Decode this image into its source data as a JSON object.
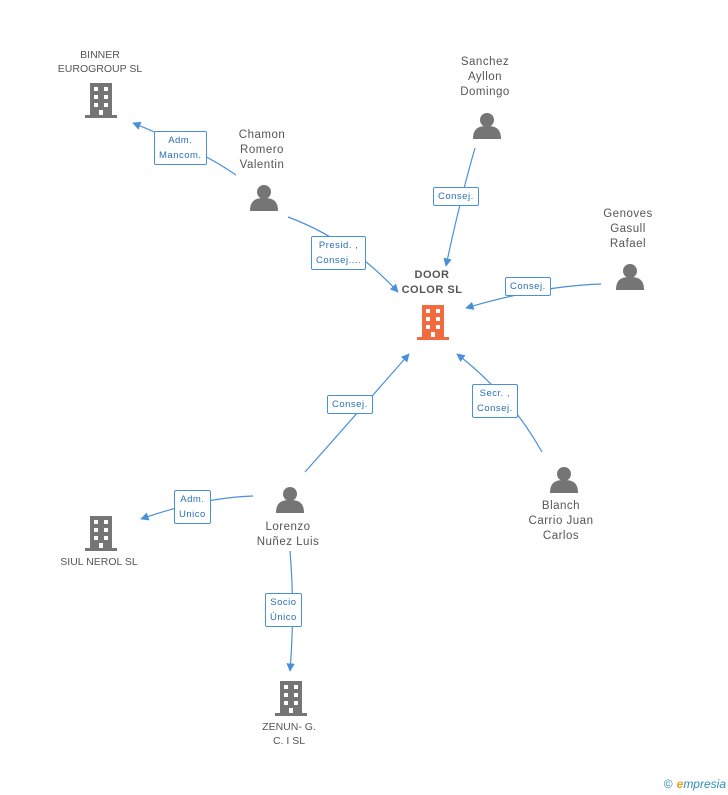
{
  "colors": {
    "edge": "#4a90d9",
    "node_gray": "#757575",
    "center": "#f26a3d",
    "label_text": "#2a6fb8"
  },
  "center": {
    "name_line1": "DOOR",
    "name_line2": "COLOR SL"
  },
  "companies": {
    "binner": {
      "line1": "BINNER",
      "line2": "EUROGROUP SL"
    },
    "siul": {
      "line1": "SIUL NEROL SL"
    },
    "zenun": {
      "line1": "ZENUN- G.",
      "line2": "C. I SL"
    }
  },
  "persons": {
    "chamon": {
      "line1": "Chamon",
      "line2": "Romero",
      "line3": "Valentin"
    },
    "sanchez": {
      "line1": "Sanchez",
      "line2": "Ayllon",
      "line3": "Domingo"
    },
    "genoves": {
      "line1": "Genoves",
      "line2": "Gasull",
      "line3": "Rafael"
    },
    "blanch": {
      "line1": "Blanch",
      "line2": "Carrio Juan",
      "line3": "Carlos"
    },
    "lorenzo": {
      "line1": "Lorenzo",
      "line2": "Nuñez Luis"
    }
  },
  "relations": {
    "chamon_binner": {
      "line1": "Adm.",
      "line2": "Mancom."
    },
    "chamon_door": {
      "line1": "Presid. ,",
      "line2": "Consej...."
    },
    "sanchez_door": {
      "line1": "Consej."
    },
    "genoves_door": {
      "line1": "Consej."
    },
    "blanch_door": {
      "line1": "Secr. ,",
      "line2": "Consej."
    },
    "lorenzo_door": {
      "line1": "Consej."
    },
    "lorenzo_siul": {
      "line1": "Adm.",
      "line2": "Unico"
    },
    "lorenzo_zenun": {
      "line1": "Socio",
      "line2": "Único"
    }
  },
  "footer": {
    "copyright": "©",
    "brand_e": "e",
    "brand_rest": "mpresia"
  }
}
